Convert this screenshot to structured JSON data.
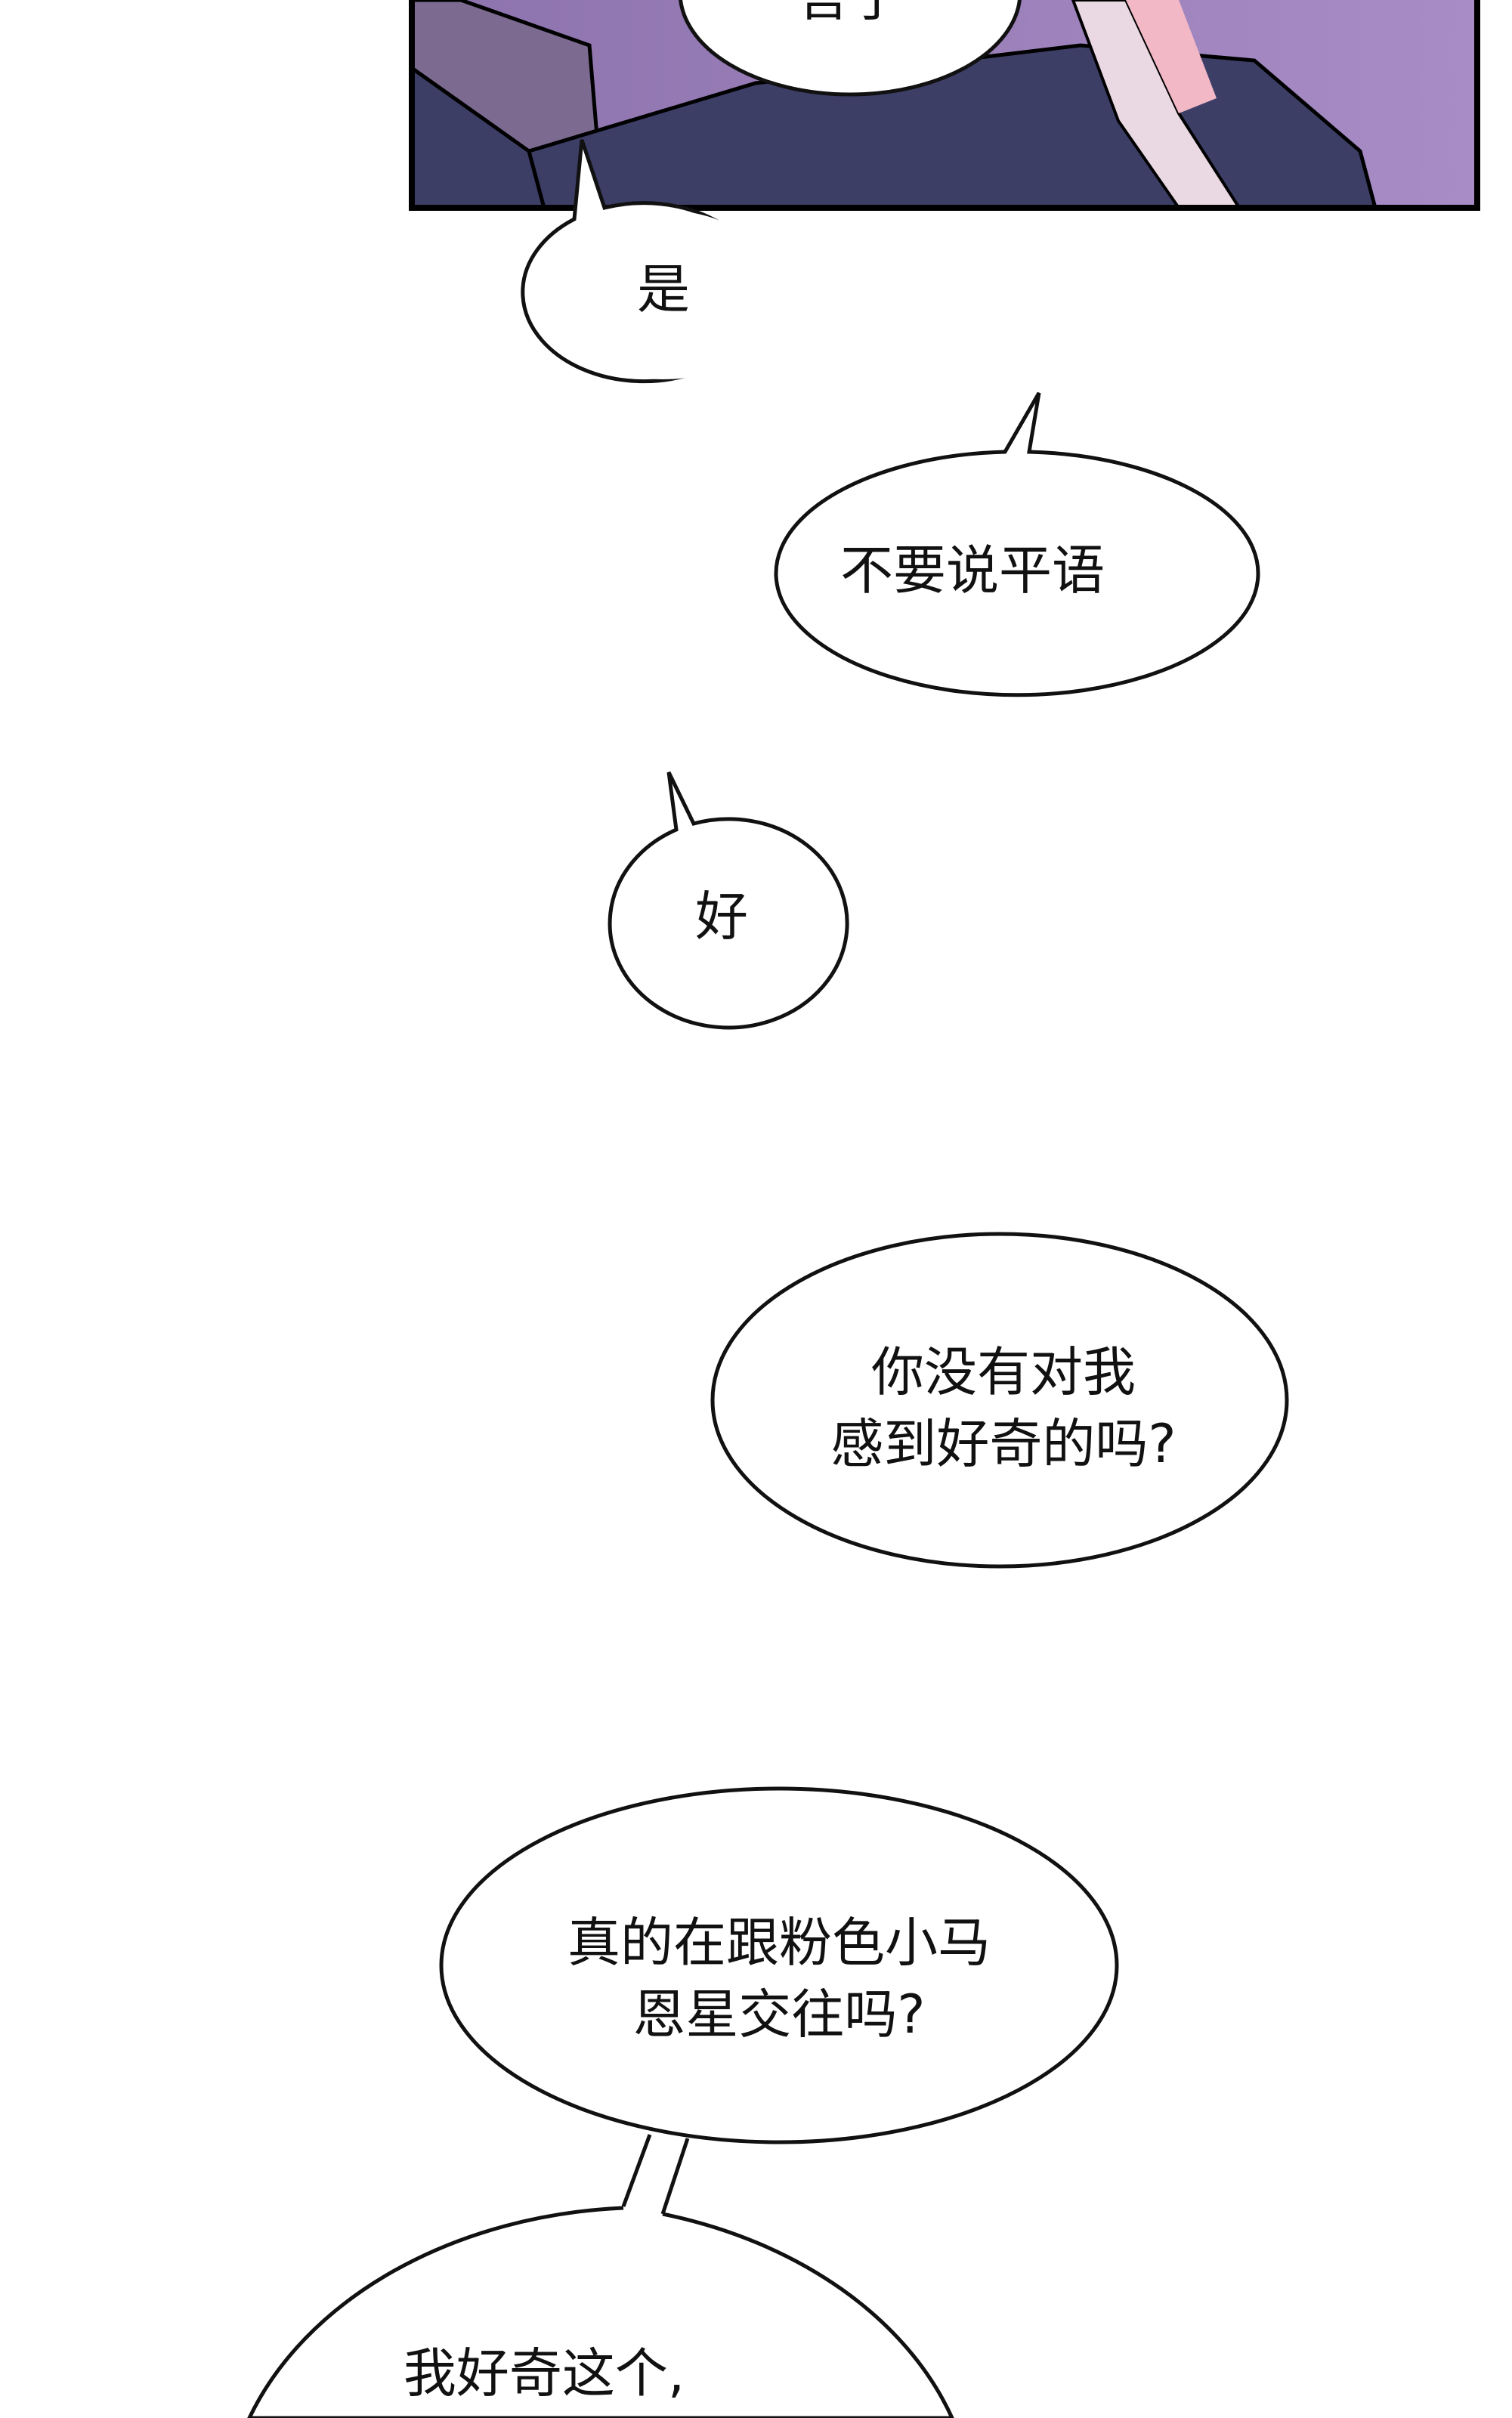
{
  "panel": {
    "bubble_top_text": "言了",
    "colors": {
      "background": "#9a82bd",
      "suit": "#3d3e66",
      "border": "#000000"
    }
  },
  "bubbles": [
    {
      "lines": [
        "是"
      ]
    },
    {
      "lines": [
        "不要说平语"
      ]
    },
    {
      "lines": [
        "好"
      ]
    },
    {
      "lines": [
        "你没有对我",
        "感到好奇的吗?"
      ]
    },
    {
      "lines": [
        "真的在跟粉色小马",
        "恩星交往吗?"
      ]
    },
    {
      "lines": [
        "我好奇这个,"
      ]
    }
  ]
}
